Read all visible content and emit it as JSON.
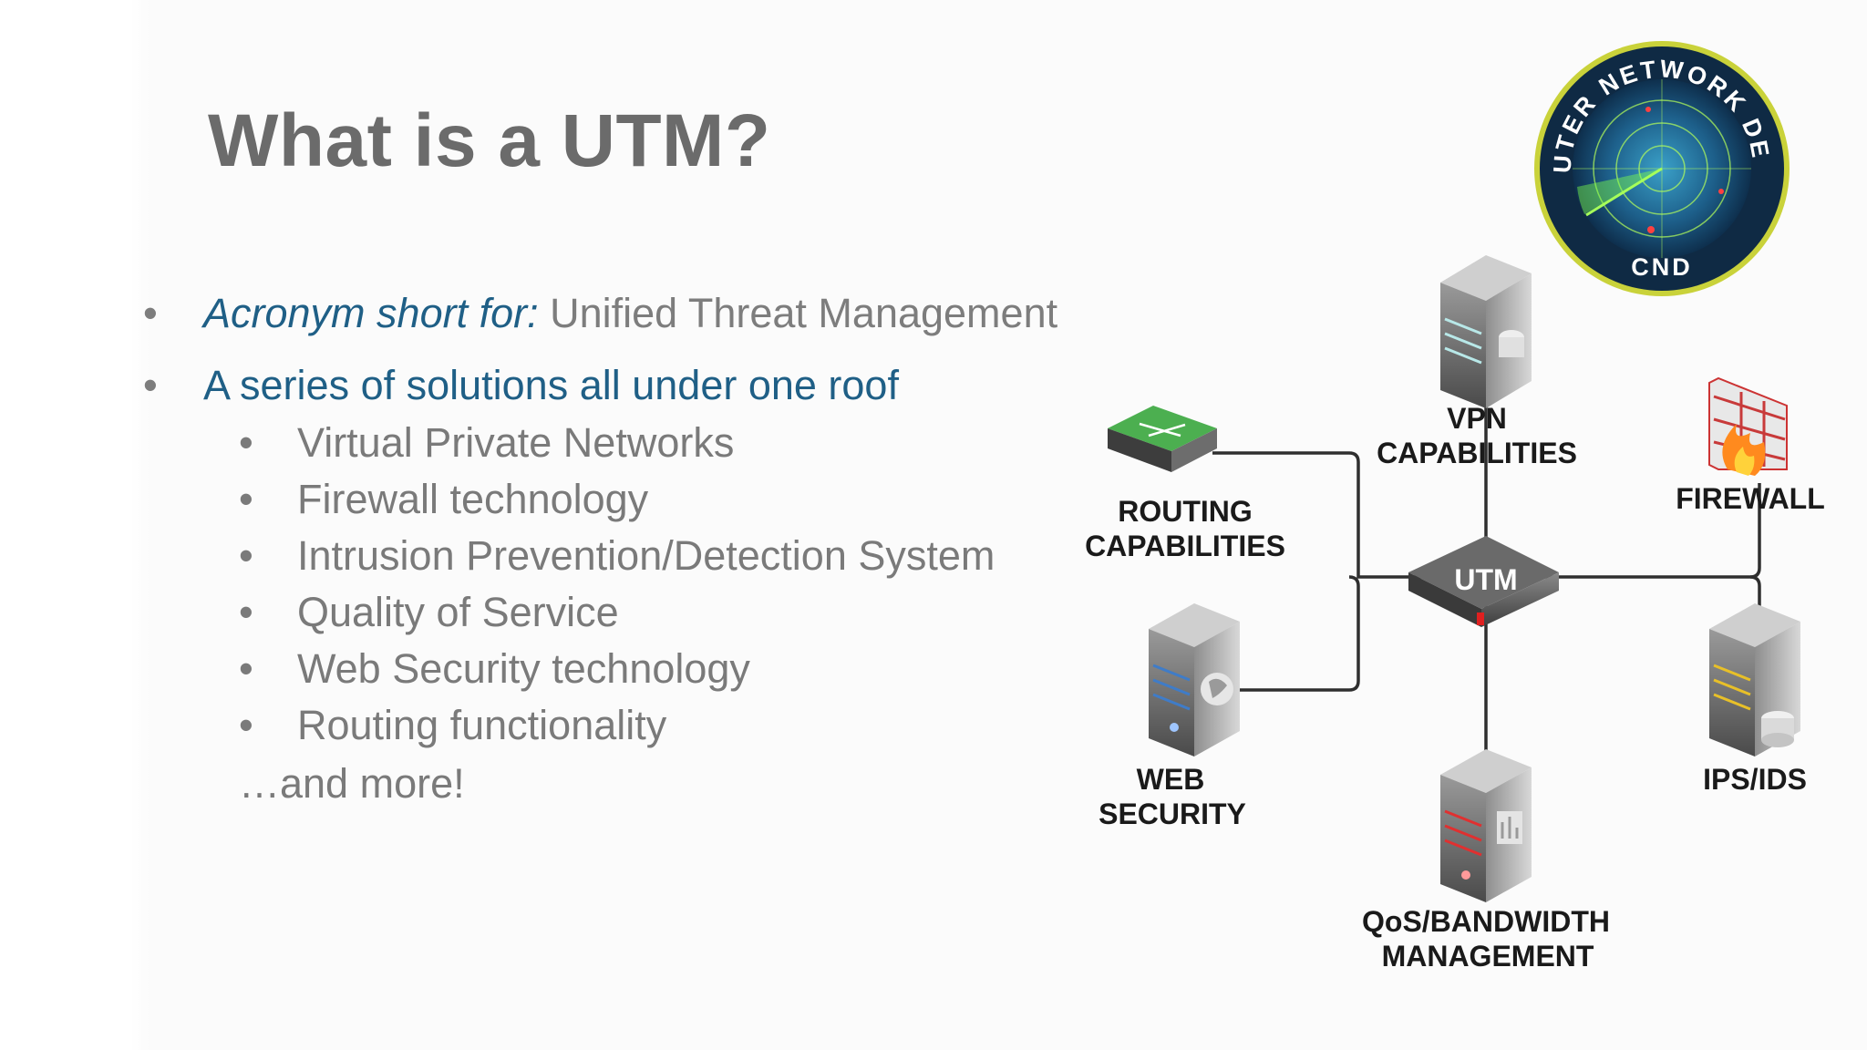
{
  "slide": {
    "title": "What is a UTM?",
    "bullets": [
      {
        "prefix": "Acronym short for:",
        "text": " Unified Threat Management"
      },
      {
        "text": "A series of solutions all under one roof"
      }
    ],
    "sub_bullets": [
      "Virtual Private Networks",
      "Firewall technology",
      "Intrusion Prevention/Detection System",
      "Quality of Service",
      "Web Security technology",
      "Routing functionality"
    ],
    "more": "…and more!",
    "bullet_glyph": "•"
  },
  "logo": {
    "top_text": "COMPUTER NETWORK DEFENCE",
    "bottom_text": "CND",
    "icon": "radar-icon"
  },
  "diagram": {
    "hub_label": "UTM",
    "nodes": {
      "vpn": [
        "VPN",
        "CAPABILITIES"
      ],
      "routing": [
        "ROUTING",
        "CAPABILITIES"
      ],
      "firewall": [
        "FIREWALL"
      ],
      "web": [
        "WEB",
        "SECURITY"
      ],
      "ips": [
        "IPS/IDS"
      ],
      "qos": [
        "QoS/BANDWIDTH",
        "MANAGEMENT"
      ]
    }
  },
  "colors": {
    "title": "#6b6b6b",
    "body_text": "#7d7d7d",
    "accent_blue": "#1f5f86"
  }
}
